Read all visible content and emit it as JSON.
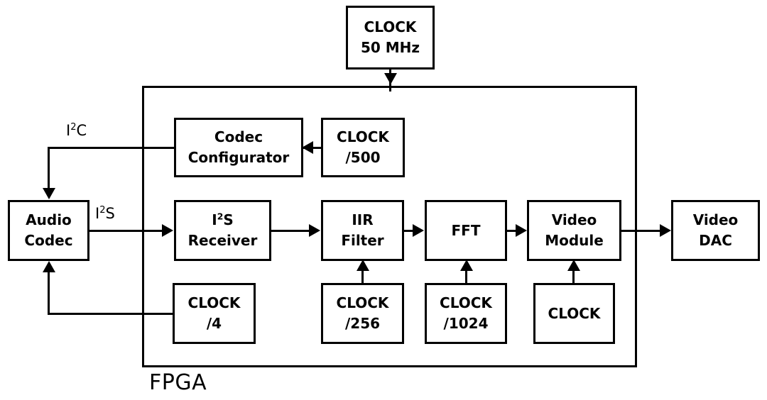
{
  "diagram": {
    "title_label": "FPGA",
    "boxes": {
      "clock_main": {
        "line1": "CLOCK",
        "line2": "50 MHz"
      },
      "codec_config": {
        "line1": "Codec",
        "line2": "Configurator"
      },
      "clock_500": {
        "line1": "CLOCK",
        "line2": "/500"
      },
      "audio_codec": {
        "line1": "Audio",
        "line2": "Codec"
      },
      "i2s_receiver": {
        "line1": "I2S",
        "line1_base": "I",
        "line1_sup": "2",
        "line1_tail": "S",
        "line2": "Receiver"
      },
      "iir_filter": {
        "line1": "IIR",
        "line2": "Filter"
      },
      "fft": {
        "line1": "FFT",
        "line2": ""
      },
      "video_module": {
        "line1": "Video",
        "line2": "Module"
      },
      "video_dac": {
        "line1": "Video",
        "line2": "DAC"
      },
      "clock_4": {
        "line1": "CLOCK",
        "line2": "/4"
      },
      "clock_256": {
        "line1": "CLOCK",
        "line2": "/256"
      },
      "clock_1024": {
        "line1": "CLOCK",
        "line2": "/1024"
      },
      "clock_video": {
        "line1": "CLOCK",
        "line2": ""
      }
    },
    "signals": {
      "i2c": {
        "base": "I",
        "sup": "2",
        "tail": "C"
      },
      "i2s": {
        "base": "I",
        "sup": "2",
        "tail": "S"
      }
    },
    "colors": {
      "stroke": "#000000",
      "background": "#ffffff",
      "text": "#000000"
    }
  }
}
